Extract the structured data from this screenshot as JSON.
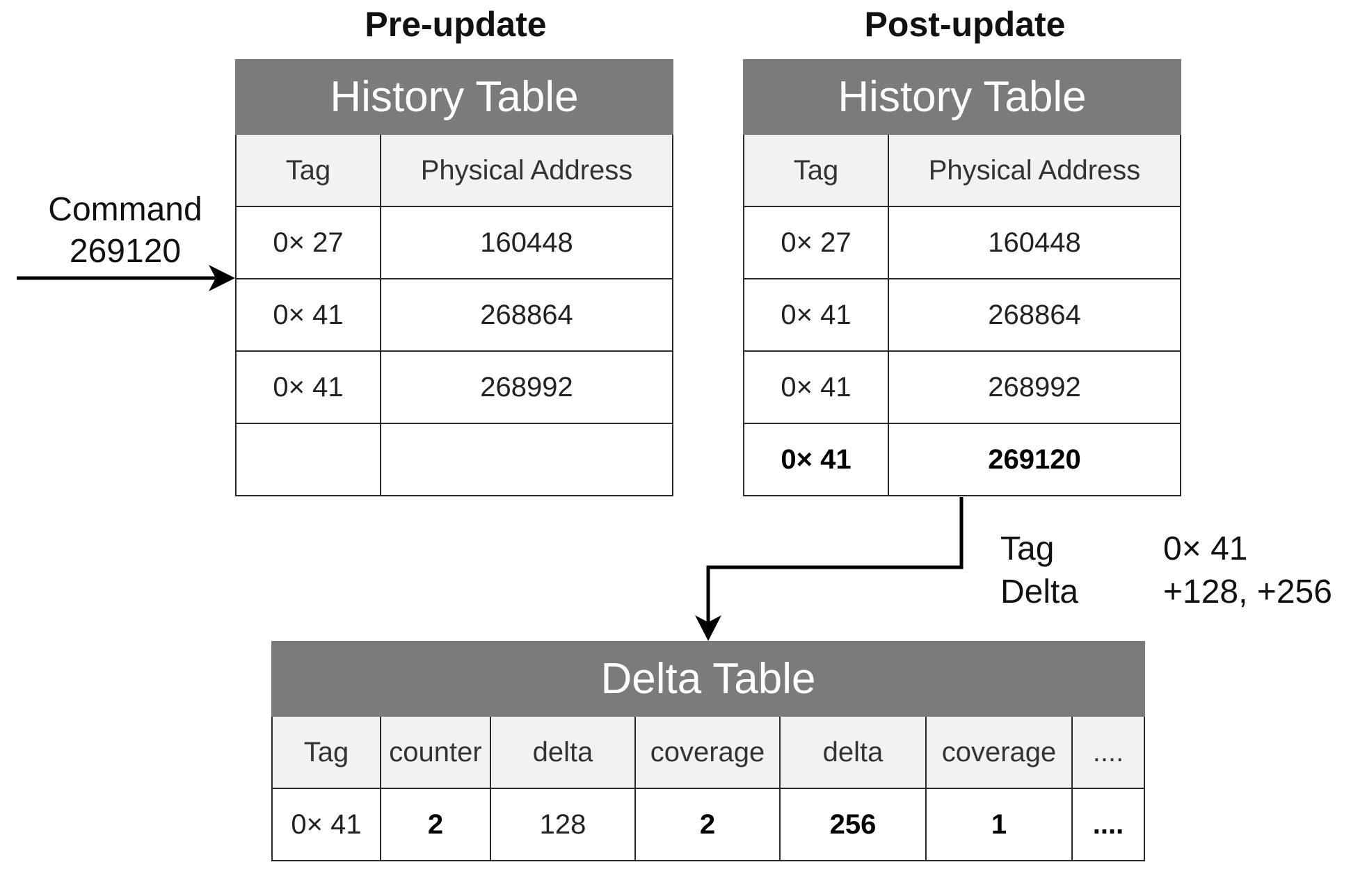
{
  "pre_update": {
    "section_title": "Pre-update",
    "table_title": "History Table",
    "columns": [
      "Tag",
      "Physical Address"
    ],
    "rows": [
      [
        "0× 27",
        "160448"
      ],
      [
        "0× 41",
        "268864"
      ],
      [
        "0× 41",
        "268992"
      ],
      [
        "",
        ""
      ]
    ]
  },
  "post_update": {
    "section_title": "Post-update",
    "table_title": "History Table",
    "columns": [
      "Tag",
      "Physical Address"
    ],
    "rows": [
      [
        "0× 27",
        "160448"
      ],
      [
        "0× 41",
        "268864"
      ],
      [
        "0× 41",
        "268992"
      ],
      [
        "0× 41",
        "269120"
      ]
    ]
  },
  "command": {
    "line1": "Command",
    "line2": "269120"
  },
  "annotation": {
    "tag_label": "Tag",
    "tag_value": "0× 41",
    "delta_label": "Delta",
    "delta_value": "+128, +256"
  },
  "delta_table": {
    "table_title": "Delta Table",
    "columns": [
      "Tag",
      "counter",
      "delta",
      "coverage",
      "delta",
      "coverage",
      "...."
    ],
    "row": [
      "0× 41",
      "2",
      "128",
      "2",
      "256",
      "1",
      "...."
    ]
  },
  "colors": {
    "title_bar": "#7b7b7b",
    "header_row": "#f2f2f2",
    "border": "#2a2a2a"
  }
}
